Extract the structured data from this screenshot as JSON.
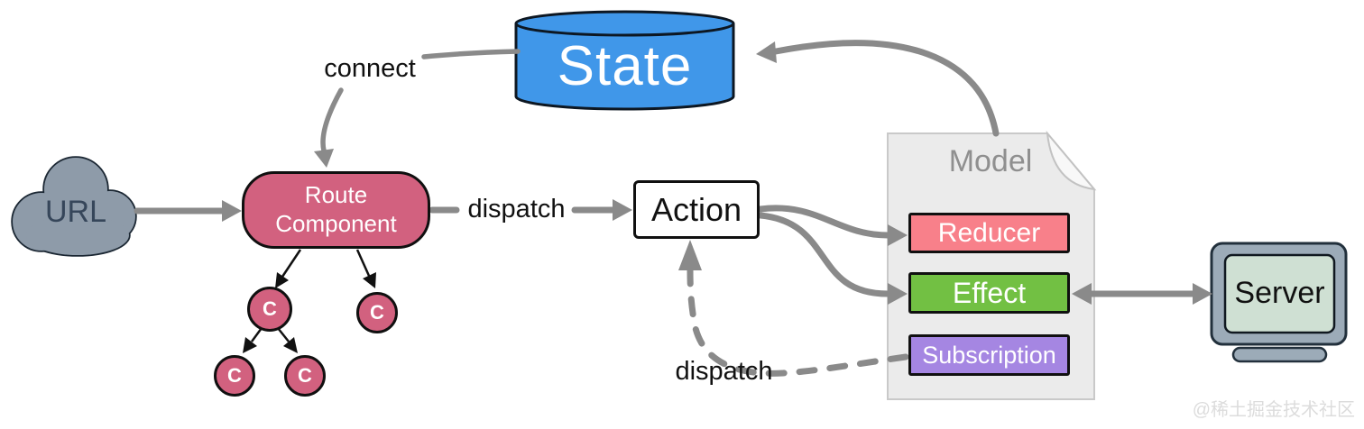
{
  "diagram": {
    "state": {
      "label": "State"
    },
    "connect": {
      "label": "connect"
    },
    "url_cloud": {
      "label": "URL"
    },
    "route_component": {
      "label": "Route Component"
    },
    "dispatch_top": {
      "label": "dispatch"
    },
    "action": {
      "label": "Action"
    },
    "model": {
      "label": "Model",
      "items": [
        {
          "name": "reducer",
          "label": "Reducer",
          "color": "#f8808a"
        },
        {
          "name": "effect",
          "label": "Effect",
          "color": "#72c043"
        },
        {
          "name": "subscription",
          "label": "Subscription",
          "color": "#a586e2"
        }
      ]
    },
    "dispatch_bottom": {
      "label": "dispatch"
    },
    "server": {
      "label": "Server"
    },
    "component_tree": {
      "nodes": [
        {
          "label": "C"
        },
        {
          "label": "C"
        },
        {
          "label": "C"
        },
        {
          "label": "C"
        }
      ]
    },
    "edges": [
      {
        "from": "URL",
        "to": "Route Component",
        "style": "solid-gray"
      },
      {
        "from": "Route Component",
        "to": "Action",
        "style": "solid-gray",
        "label": "dispatch"
      },
      {
        "from": "State",
        "to": "Route Component",
        "style": "solid-gray",
        "label": "connect"
      },
      {
        "from": "Action",
        "to": "Reducer",
        "style": "solid-gray-curve"
      },
      {
        "from": "Action",
        "to": "Effect",
        "style": "solid-gray-curve"
      },
      {
        "from": "Effect",
        "to": "Server",
        "style": "solid-gray-double"
      },
      {
        "from": "Model",
        "to": "State",
        "style": "solid-gray-curve"
      },
      {
        "from": "Subscription",
        "to": "Action",
        "style": "dashed-gray",
        "label": "dispatch"
      },
      {
        "from": "Route Component",
        "to": "C-tree",
        "style": "solid-black"
      }
    ],
    "watermark": "@稀土掘金技术社区"
  },
  "colors": {
    "state_blue": "#4097e9",
    "component_pink": "#d2617f",
    "reducer_red": "#f8808a",
    "effect_green": "#72c043",
    "subscription_purple": "#a586e2",
    "cloud_gray": "#8e9ba9",
    "arrow_gray": "#8a8a8a",
    "model_paper": "#ebebeb",
    "monitor_frame": "#9cabb8",
    "monitor_screen": "#cfe0d3"
  }
}
